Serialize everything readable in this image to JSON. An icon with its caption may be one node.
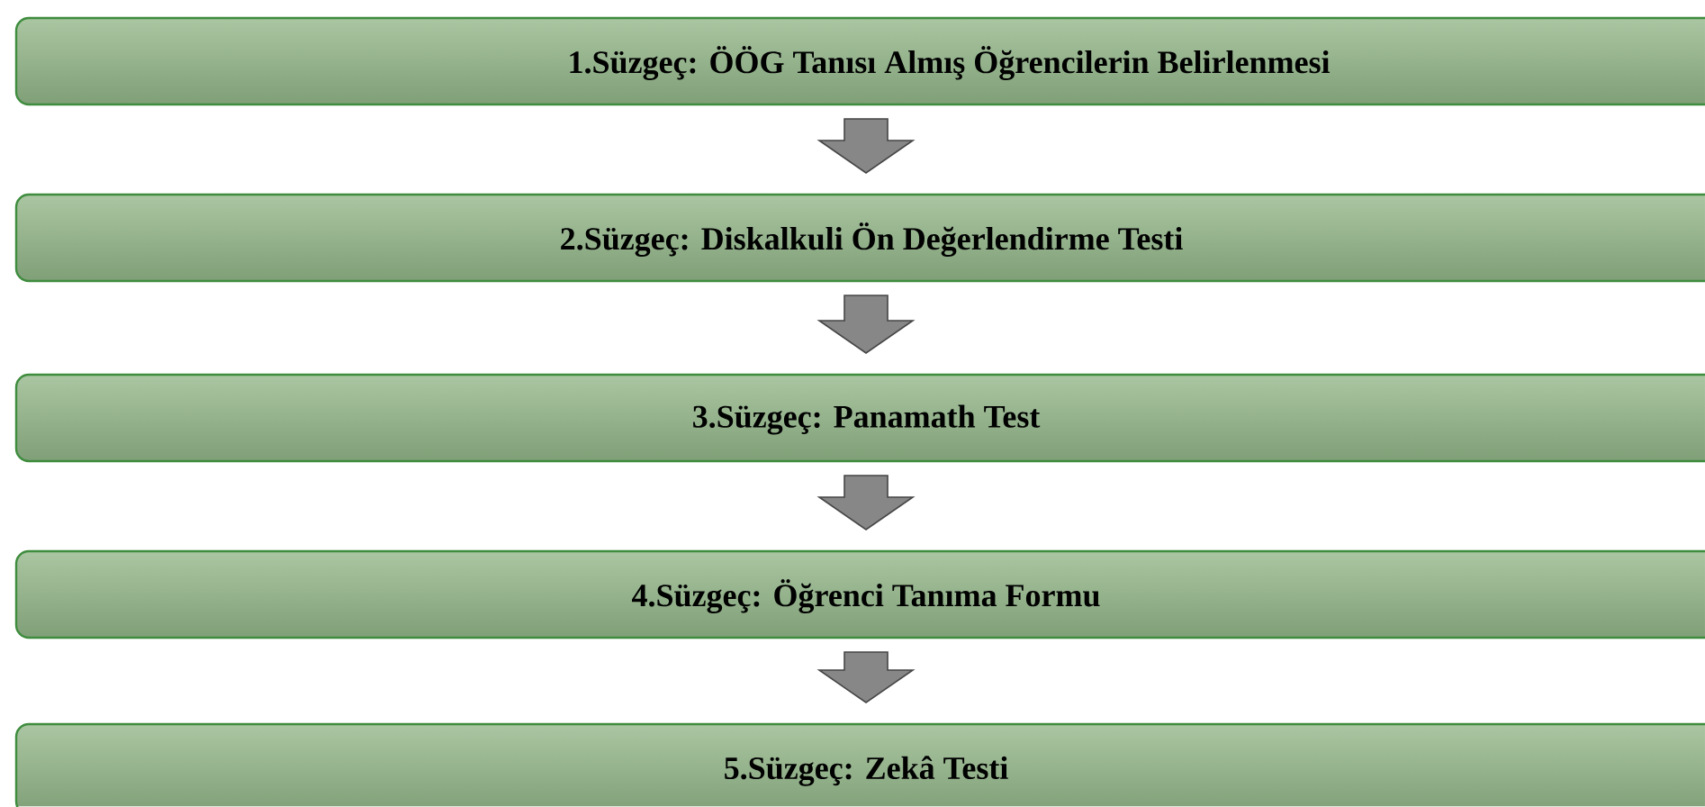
{
  "diagram": {
    "nodes": [
      {
        "text": [
          "1.Süzgeç: ÖÖG Tanısı Almış Öğrencilerin Belirlenmesi"
        ]
      },
      {
        "text": [
          "2.Süzgeç: Diskalkuli Ön Değerlendirme Testi"
        ]
      },
      {
        "text": [
          "3.Süzgeç: Panamath Test"
        ]
      },
      {
        "text": [
          "4.Süzgeç: Öğrenci Tanıma Formu"
        ]
      },
      {
        "text": [
          "5.Süzgeç: Zekâ Testi"
        ]
      }
    ],
    "edges": [
      {
        "from": 0,
        "to": 1,
        "arrow": "to"
      },
      {
        "from": 1,
        "to": 2,
        "arrow": "to"
      },
      {
        "from": 2,
        "to": 3,
        "arrow": "to"
      },
      {
        "from": 3,
        "to": 4,
        "arrow": "to"
      }
    ]
  }
}
